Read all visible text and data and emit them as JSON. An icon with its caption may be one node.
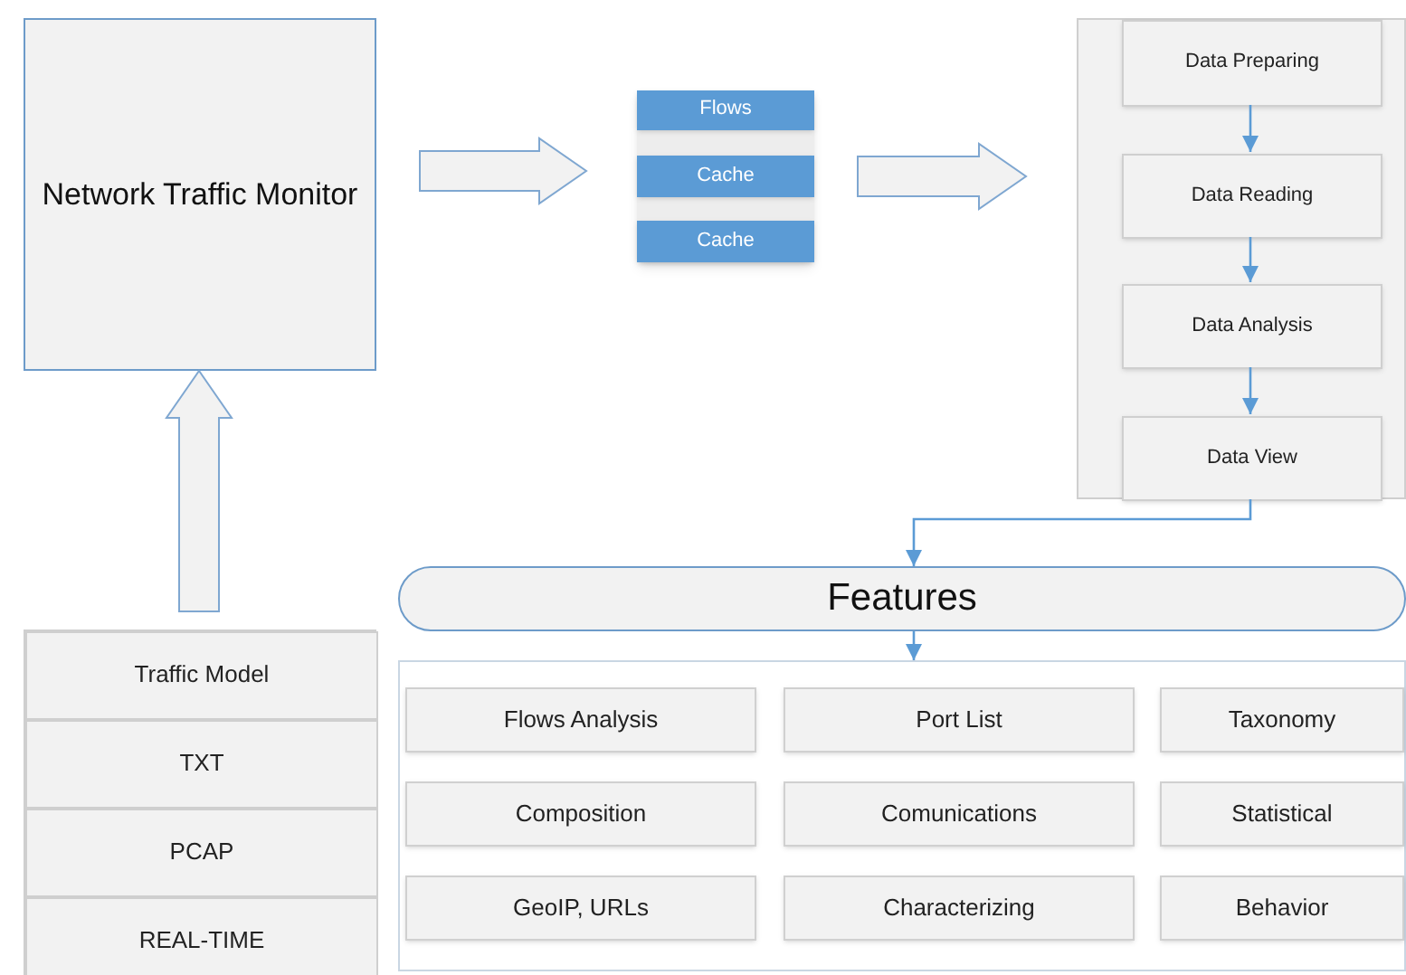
{
  "diagram": {
    "nodes": [
      {
        "text": [
          "Network Traffic Monitor"
        ]
      },
      {
        "text": [],
        "shape": "box"
      },
      {
        "text": [
          "Flows"
        ],
        "in": 1
      },
      {
        "text": [
          "Cache"
        ],
        "in": 1
      },
      {
        "text": [
          "Cache"
        ],
        "in": 1
      },
      {
        "text": [],
        "shape": "box"
      },
      {
        "text": [
          "Data Preparing"
        ],
        "in": 5
      },
      {
        "text": [
          "Data Reading"
        ],
        "in": 5
      },
      {
        "text": [
          "Data Analysis"
        ],
        "in": 5
      },
      {
        "text": [
          "Data View"
        ],
        "in": 5
      },
      {
        "text": [
          "Features"
        ]
      },
      {
        "text": [],
        "shape": "box"
      },
      {
        "text": [
          "Flows Analysis"
        ],
        "in": 11
      },
      {
        "text": [
          "Port List"
        ],
        "in": 11
      },
      {
        "text": [
          "Taxonomy"
        ],
        "in": 11
      },
      {
        "text": [
          "Composition"
        ],
        "in": 11
      },
      {
        "text": [
          "Comunications"
        ],
        "in": 11
      },
      {
        "text": [
          "Statistical"
        ],
        "in": 11
      },
      {
        "text": [
          "GeoIP, URLs"
        ],
        "in": 11
      },
      {
        "text": [
          "Characterizing"
        ],
        "in": 11
      },
      {
        "text": [
          "Behavior"
        ],
        "in": 11
      },
      {
        "text": [],
        "shape": "box"
      },
      {
        "text": [
          "Traffic Model"
        ],
        "in": 21
      },
      {
        "text": [
          "TXT"
        ],
        "in": 21
      },
      {
        "text": [
          "PCAP"
        ],
        "in": 21
      },
      {
        "text": [
          "REAL-TIME"
        ],
        "in": 21
      }
    ],
    "edges": [
      {
        "from": 21,
        "to": 0,
        "arrow": "to",
        "style": "thick"
      },
      {
        "from": 0,
        "to": 1,
        "arrow": "to",
        "style": "thick"
      },
      {
        "from": 1,
        "to": 5,
        "arrow": "to",
        "style": "thick"
      },
      {
        "from": 6,
        "to": 7,
        "arrow": "to"
      },
      {
        "from": 7,
        "to": 8,
        "arrow": "to"
      },
      {
        "from": 8,
        "to": 9,
        "arrow": "to"
      },
      {
        "from": 9,
        "to": 10,
        "arrow": "to"
      },
      {
        "from": 10,
        "to": 11,
        "arrow": "to"
      }
    ]
  }
}
